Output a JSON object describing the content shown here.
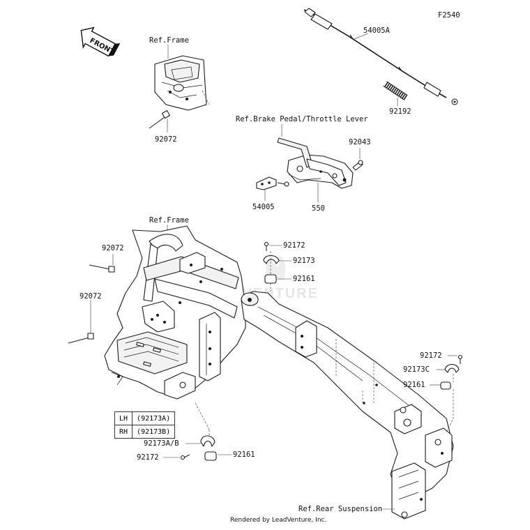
{
  "figure_code": "F2540",
  "front_label": "FRONT",
  "watermark": "LEADVENTURE",
  "credit": "Rendered by LeadVenture, Inc.",
  "callouts": {
    "ref_frame_top": "Ref.Frame",
    "part_92072_top": "92072",
    "cable_54005A": "54005A",
    "spring_92192": "92192",
    "ref_brake": "Ref.Brake Pedal/Throttle Lever",
    "pin_92043": "92043",
    "part_54005": "54005",
    "part_550": "550",
    "ref_frame_mid": "Ref.Frame",
    "part_92072_mid1": "92072",
    "part_92072_mid2": "92072",
    "part_92172_a": "92172",
    "part_92173": "92173",
    "part_92161_a": "92161",
    "part_92172_b": "92172",
    "part_92173C": "92173C",
    "part_92161_b": "92161",
    "part_92173AB": "92173A/B",
    "part_92172_c": "92172",
    "part_92161_c": "92161",
    "ref_rear_susp": "Ref.Rear Suspension"
  },
  "side_table": {
    "rows": [
      {
        "side": "LH",
        "part": "(92173A)"
      },
      {
        "side": "RH",
        "part": "(92173B)"
      }
    ]
  }
}
